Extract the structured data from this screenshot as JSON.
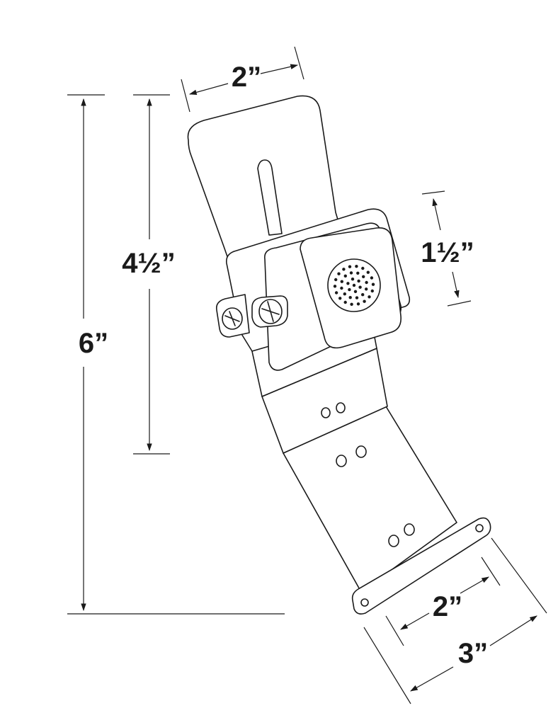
{
  "dimensions": {
    "overall_height": "6”",
    "plate_height": "4½”",
    "top_width": "2”",
    "sensor_height": "1½”",
    "bracket_hole_spacing": "2”",
    "bracket_width": "3”"
  },
  "colors": {
    "line": "#1a1a1a",
    "background": "#ffffff"
  }
}
